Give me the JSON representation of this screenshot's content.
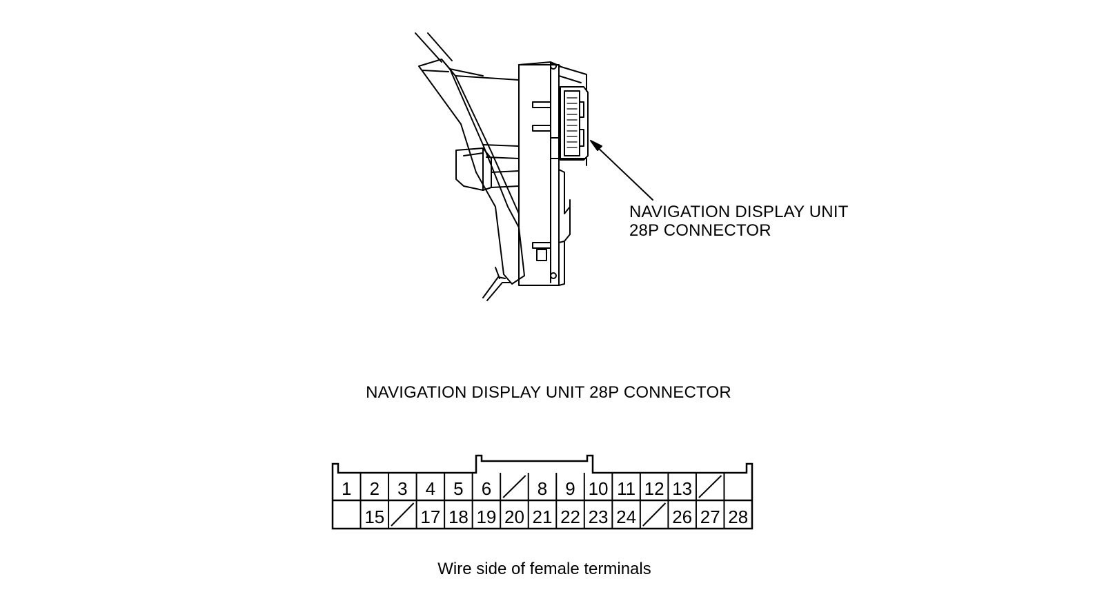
{
  "callout": {
    "line1": "NAVIGATION DISPLAY UNIT",
    "line2": "28P CONNECTOR"
  },
  "diagram_title": "NAVIGATION DISPLAY UNIT 28P CONNECTOR",
  "caption": "Wire side of female terminals",
  "connector": {
    "row1": [
      "1",
      "2",
      "3",
      "4",
      "5",
      "6",
      "",
      "8",
      "9",
      "10",
      "11",
      "12",
      "13",
      "",
      ""
    ],
    "row1_empty": [
      6,
      13
    ],
    "row1_blank": [
      14
    ],
    "row2": [
      "",
      "15",
      "",
      "17",
      "18",
      "19",
      "20",
      "21",
      "22",
      "23",
      "24",
      "",
      "26",
      "27",
      "28"
    ],
    "row2_empty": [
      2,
      11
    ],
    "row2_blank": [
      0
    ]
  }
}
